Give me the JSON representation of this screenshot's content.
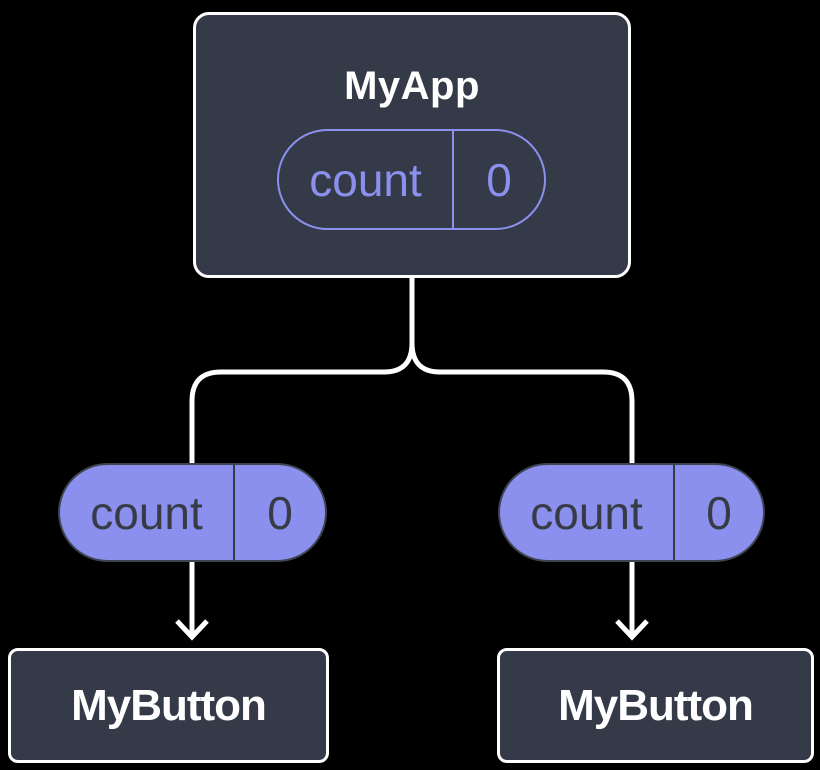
{
  "colors": {
    "background": "#000000",
    "node_fill": "#343A47",
    "node_border": "#FFFFFF",
    "accent_purple": "#8B90EE",
    "pill_dark_text": "#363B46",
    "connector": "#FFFFFF"
  },
  "nodes": {
    "root": {
      "title": "MyApp",
      "pill": {
        "label": "count",
        "value": "0"
      }
    },
    "left_child": {
      "pill": {
        "label": "count",
        "value": "0"
      },
      "title": "MyButton"
    },
    "right_child": {
      "pill": {
        "label": "count",
        "value": "0"
      },
      "title": "MyButton"
    }
  }
}
